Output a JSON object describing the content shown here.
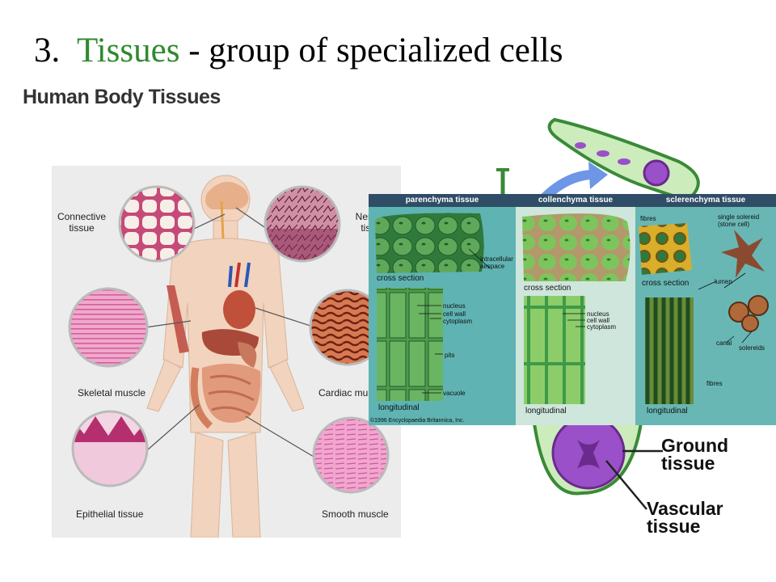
{
  "slide": {
    "number": "3.",
    "title_keyword": "Tissues",
    "title_rest": " - group of specialized cells"
  },
  "human_figure": {
    "heading": "Human Body Tissues",
    "labels": {
      "connective": "Connective tissue",
      "nervous": "Nervous tissue",
      "skeletal": "Skeletal muscle",
      "cardiac": "Cardiac muscle",
      "epithelial": "Epithelial tissue",
      "smooth": "Smooth muscle"
    },
    "colors": {
      "micrograph_pink": "#e48cc0",
      "fat": "#f4eee8",
      "organ_red": "#c0503a"
    }
  },
  "plant_figure": {
    "strips": [
      "parenchyma tissue",
      "collenchyma tissue",
      "sclerenchyma tissue"
    ],
    "sections": {
      "cross": "cross section",
      "longitudinal": "longitudinal"
    },
    "parts": {
      "intercellular": "intracellular airspace",
      "nucleus": "nucleus",
      "cell_wall": "cell wall",
      "cytoplasm": "cytoplasm",
      "pits": "pits",
      "vacuole": "vacuole",
      "fibres": "fibres",
      "solereid": "single solereid (stone cell)",
      "lumen": "lumen",
      "canal": "canal",
      "solereids": "solereids"
    },
    "copyright": "©1996 Encyclopaedia Britannica, Inc.",
    "stem_labels": {
      "ground": "Ground tissue",
      "vascular": "Vascular tissue"
    },
    "colors": {
      "teal_bg": "#5fb3b3",
      "header": "#2f4d66",
      "cell_green": "#3f9a48",
      "stem_light": "#ccecbc",
      "vascular_purple": "#9a50c8"
    }
  }
}
